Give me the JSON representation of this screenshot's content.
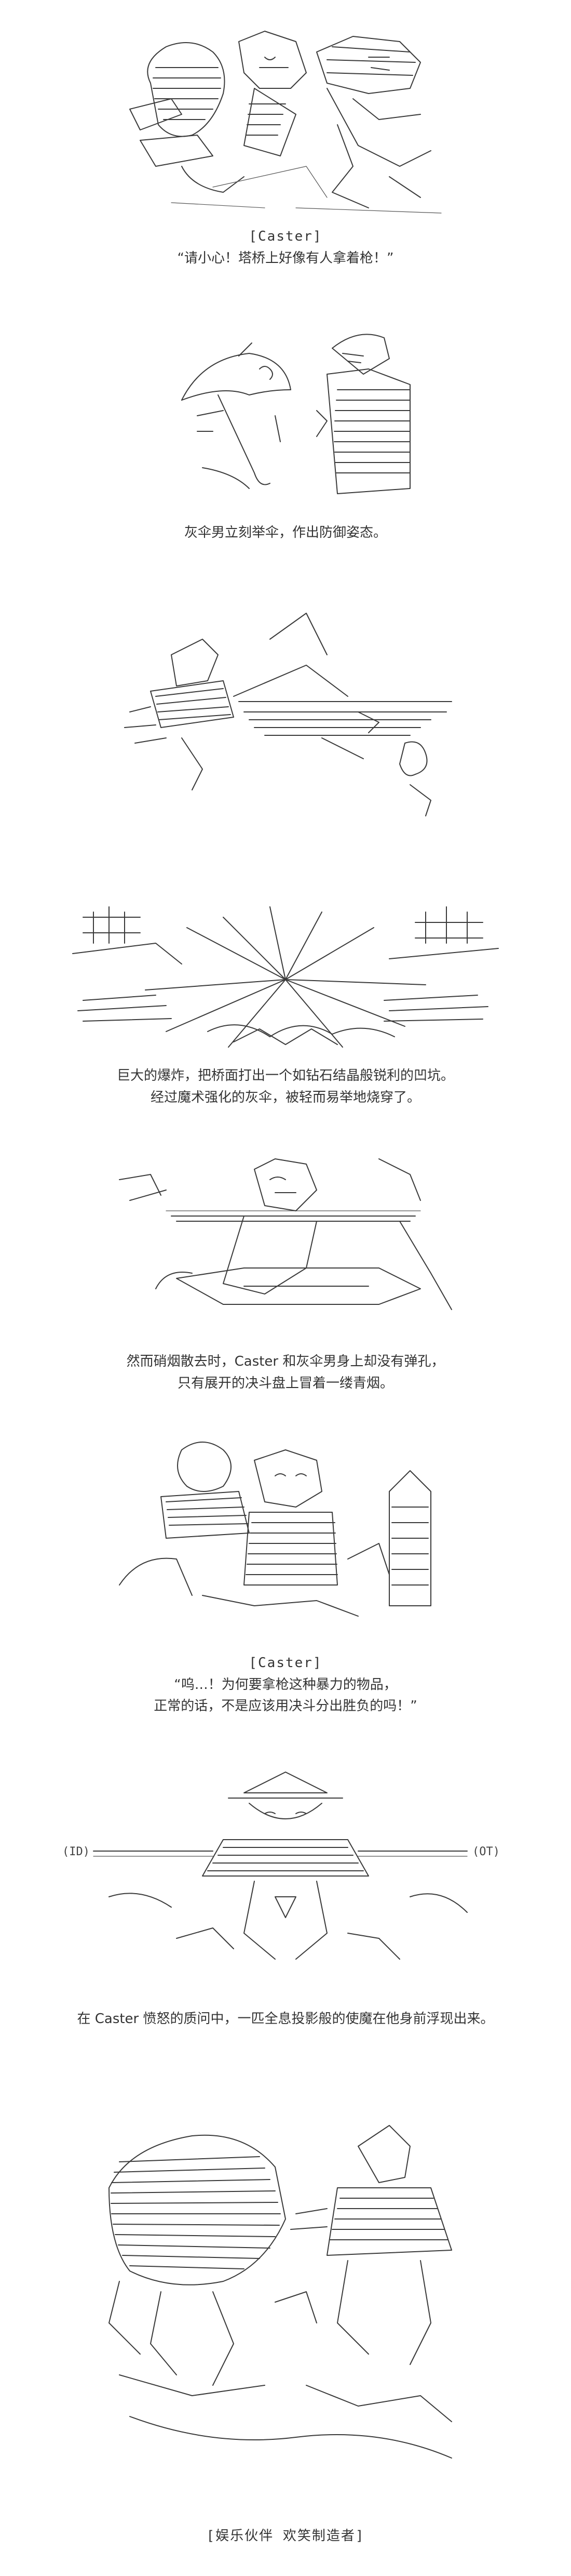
{
  "panels": [
    {
      "id": "p1",
      "speaker": "[Caster]",
      "lines": [
        "“请小心！塔桥上好像有人拿着枪！”"
      ]
    },
    {
      "id": "p2",
      "speaker": "",
      "lines": [
        "灰伞男立刻举伞，作出防御姿态。"
      ]
    },
    {
      "id": "p3",
      "speaker": "",
      "lines": []
    },
    {
      "id": "p4",
      "speaker": "",
      "lines": [
        "巨大的爆炸，把桥面打出一个如钻石结晶般锐利的凹坑。",
        "经过魔术强化的灰伞，被轻而易举地烧穿了。"
      ]
    },
    {
      "id": "p5",
      "speaker": "",
      "lines": [
        "然而硝烟散去时，Caster 和灰伞男身上却没有弹孔，",
        "只有展开的决斗盘上冒着一缕青烟。"
      ]
    },
    {
      "id": "p6",
      "speaker": "[Caster]",
      "lines": [
        "“呜…！为何要拿枪这种暴力的物品，",
        "正常的话，不是应该用决斗分出胜负的吗！”"
      ]
    },
    {
      "id": "p7",
      "speaker": "",
      "lines": [
        "在 Caster 愤怒的质问中，一匹全息投影般的使魔在他身前浮现出来。"
      ]
    },
    {
      "id": "p8",
      "speaker": "[娱乐伙伴 欢笑制造者]",
      "lines": []
    }
  ],
  "art_labels": {
    "p7_left_mark": "(ID)",
    "p7_right_mark": "(OT)"
  }
}
